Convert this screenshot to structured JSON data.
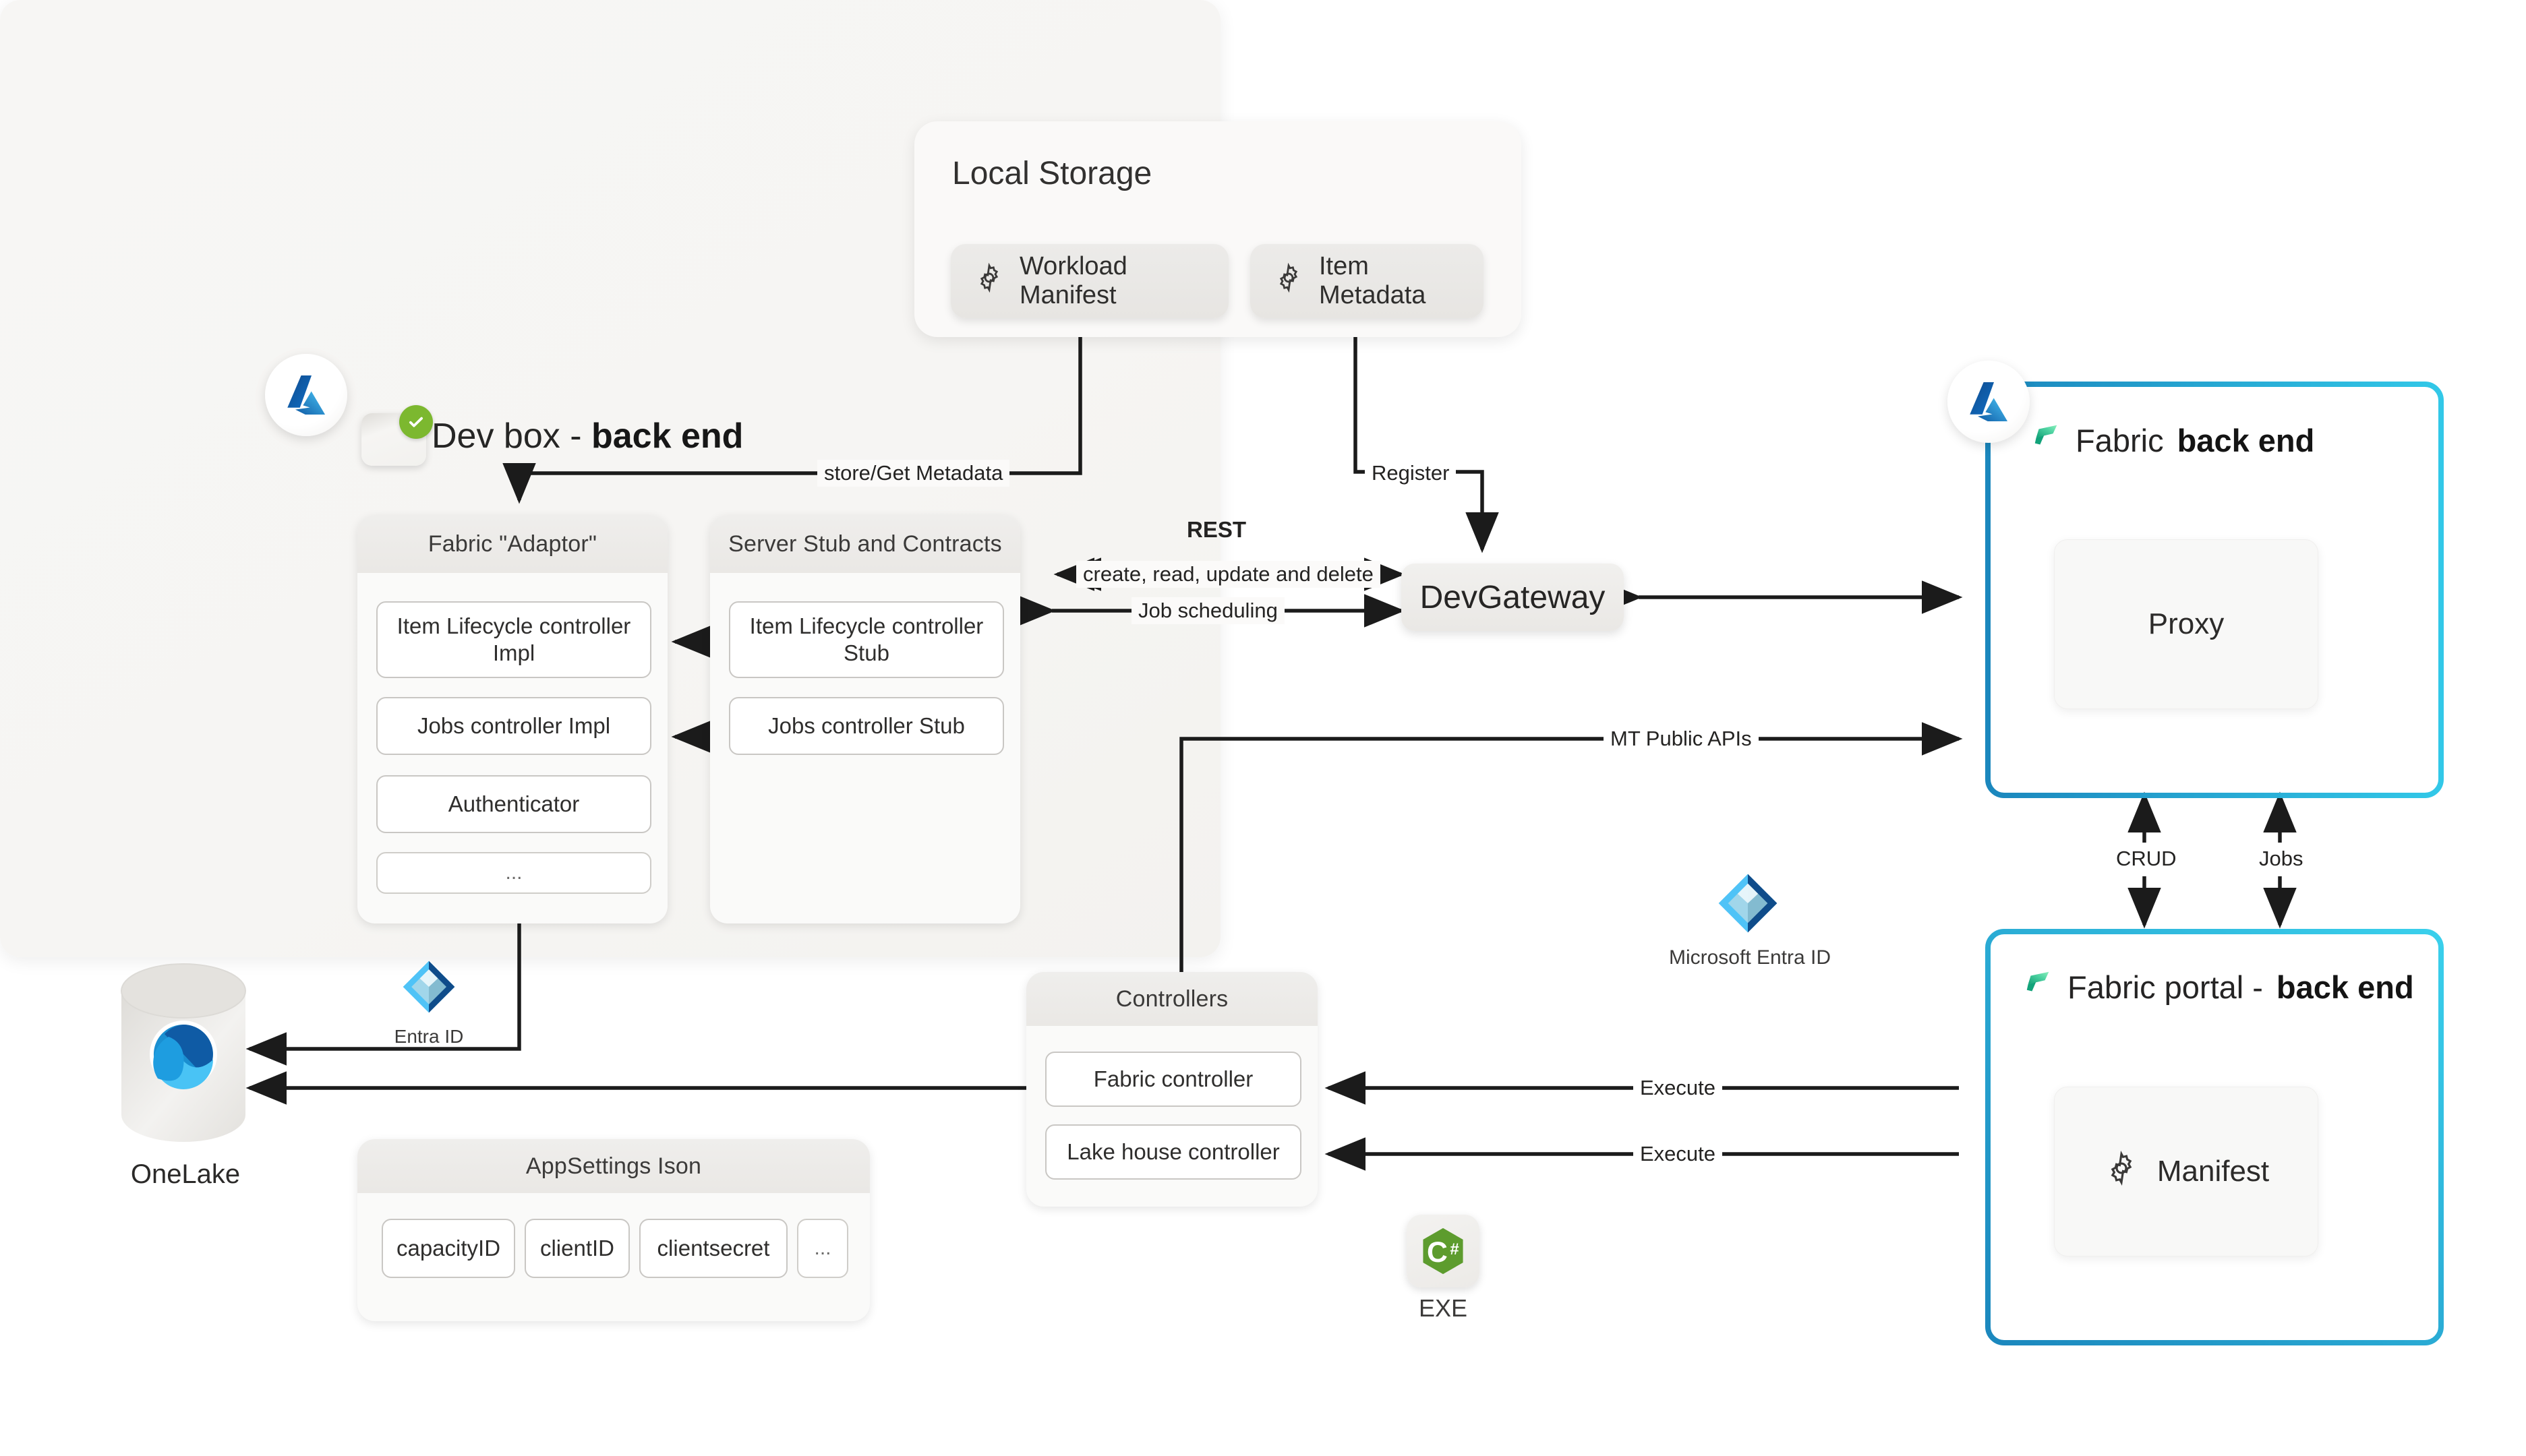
{
  "local_storage": {
    "title": "Local Storage",
    "items": [
      {
        "label": "Workload Manifest",
        "icon": "gear-icon"
      },
      {
        "label": "Item Metadata",
        "icon": "gear-icon"
      }
    ]
  },
  "devbox": {
    "title_plain": "Dev box - ",
    "title_bold": "back end",
    "status_icon": "checkmark-badge-icon",
    "cloud_icon": "azure-icon",
    "adaptor": {
      "title": "Fabric \"Adaptor\"",
      "items": [
        "Item Lifecycle controller Impl",
        "Jobs controller Impl",
        "Authenticator",
        "..."
      ]
    },
    "server_stub": {
      "title": "Server Stub and Contracts",
      "items": [
        "Item Lifecycle controller Stub",
        "Jobs controller Stub"
      ]
    },
    "controllers": {
      "title": "Controllers",
      "items": [
        "Fabric controller",
        "Lake house controller"
      ]
    },
    "appsettings": {
      "title": "AppSettings Ison",
      "items": [
        "capacityID",
        "clientID",
        "clientsecret",
        "..."
      ]
    },
    "entra": {
      "label": "Entra ID",
      "icon": "entra-id-icon"
    },
    "exe": {
      "label": "EXE",
      "icon": "csharp-icon"
    }
  },
  "devgateway": {
    "label": "DevGateway"
  },
  "onelake": {
    "label": "OneLake",
    "icon": "onelake-icon"
  },
  "entra_center": {
    "label": "Microsoft Entra ID",
    "icon": "entra-id-icon"
  },
  "fabric_backend": {
    "title_plain": "Fabric ",
    "title_bold": "back end",
    "icon": "fabric-icon",
    "cloud_icon": "azure-icon",
    "box": {
      "label": "Proxy"
    }
  },
  "fabric_portal": {
    "title_plain": "Fabric portal - ",
    "title_bold": "back end",
    "icon": "fabric-icon",
    "box": {
      "label": "Manifest",
      "icon": "gear-icon"
    }
  },
  "edge_labels": {
    "store_get_metadata": "store/Get Metadata",
    "register": "Register",
    "rest": "REST",
    "crud_ops": "create, read, update and delete",
    "job_scheduling": "Job scheduling",
    "mt_public_apis": "MT Public APIs",
    "crud": "CRUD",
    "jobs": "Jobs",
    "execute_1": "Execute",
    "execute_2": "Execute"
  },
  "colors": {
    "fabric_border_left": "#1b87bd",
    "fabric_border_right": "#32c8e8",
    "accent_green": "#7cb82f",
    "csharp_green": "#5d9c2e",
    "arrow": "#1b1b1b",
    "panel_bg": "#fafaf9"
  }
}
